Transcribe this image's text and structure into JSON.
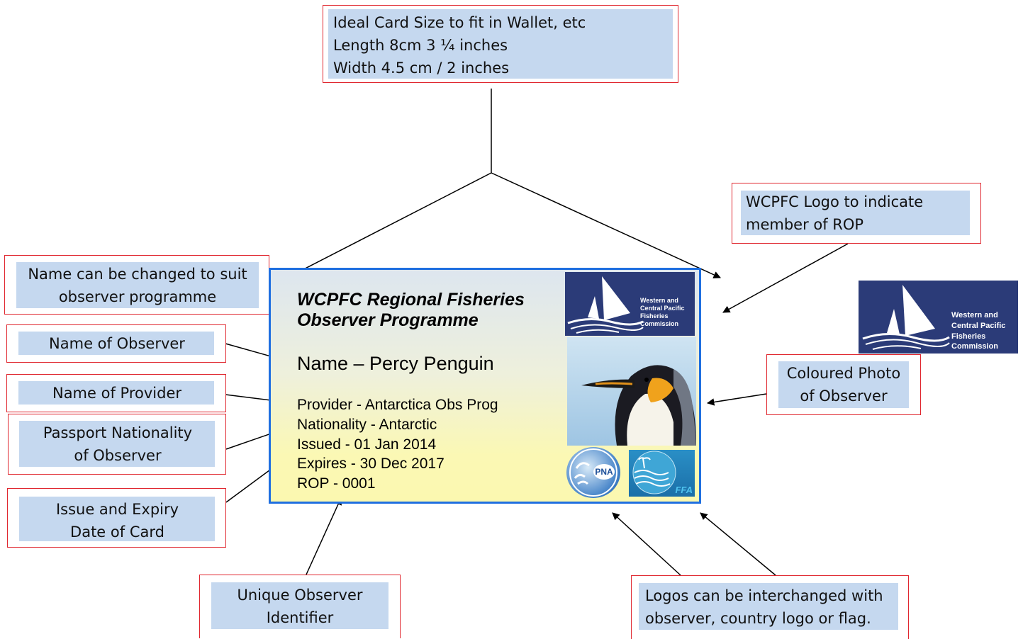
{
  "callouts": {
    "card_size": {
      "lines": [
        "Ideal Card Size to fit in Wallet, etc",
        "Length 8cm 3 ¼ inches",
        "Width 4.5 cm / 2 inches"
      ]
    },
    "logo_note": {
      "lines": [
        "WCPFC Logo to indicate",
        "member of ROP"
      ]
    },
    "programme_name": {
      "lines": [
        "Name can be changed to suit",
        "observer programme"
      ]
    },
    "observer_name": {
      "lines": [
        "Name of Observer"
      ]
    },
    "provider_name": {
      "lines": [
        "Name of Provider"
      ]
    },
    "nationality": {
      "lines": [
        "Passport Nationality",
        "of Observer"
      ]
    },
    "dates": {
      "lines": [
        "Issue and Expiry",
        "Date of Card"
      ]
    },
    "identifier": {
      "lines": [
        "Unique Observer",
        "Identifier"
      ]
    },
    "photo": {
      "lines": [
        "Coloured Photo",
        "of Observer"
      ]
    },
    "logos": {
      "lines": [
        "Logos can be interchanged with",
        "observer, country logo or flag."
      ]
    }
  },
  "card": {
    "title_lines": [
      "WCPFC Regional Fisheries",
      "Observer Programme"
    ],
    "name": "Name – Percy Penguin",
    "provider": "Provider - Antarctica Obs Prog",
    "nationality": "Nationality - Antarctic",
    "issued": "Issued - 01 Jan 2014",
    "expires": "Expires - 30 Dec 2017",
    "rop": "ROP -  0001"
  },
  "wcpfc_logo": {
    "lines": [
      "Western and",
      "Central Pacific",
      "Fisheries",
      "Commission"
    ]
  },
  "pna_logo": {
    "text": "PNA"
  },
  "ffa_logo": {
    "text": "FFA"
  },
  "colors": {
    "callout_border": "#e0272f",
    "callout_fill": "#c5d8ef",
    "card_border": "#1f6fe0",
    "logo_navy": "#2b3b78"
  }
}
